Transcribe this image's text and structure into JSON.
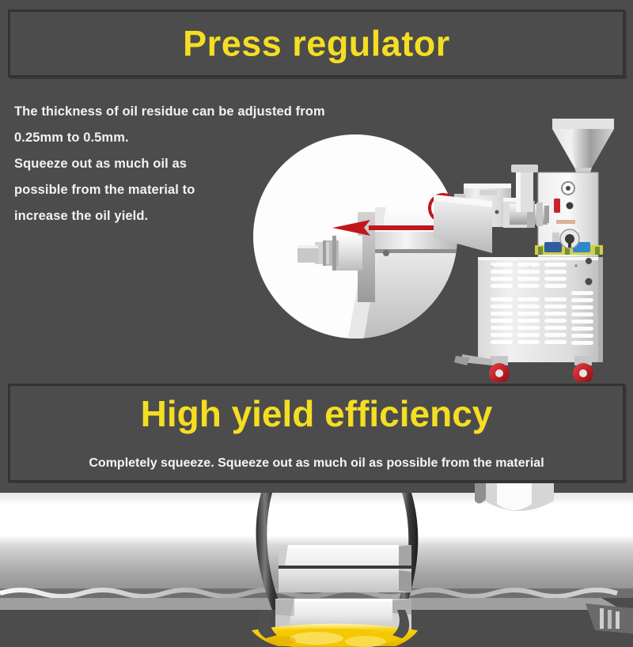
{
  "page": {
    "background_color": "#4c4c4c",
    "accent_yellow": "#f5dd22",
    "text_white": "#f2f2f2",
    "border_dark": "#333333",
    "oil_gold": "#f5c800",
    "wheel_red": "#c22127"
  },
  "press_section": {
    "title": "Press regulator",
    "body_lines": [
      "The thickness of oil residue can be adjusted from",
      "0.25mm to 0.5mm.",
      "Squeeze out as much oil as",
      "possible from the material to",
      "increase the oil yield."
    ],
    "magnifier_caption": "",
    "annotation": {
      "circle_marker": "red-circle-highlight",
      "arrow": "red-arrow-left"
    },
    "machine_name": "screw-oil-press-machine"
  },
  "yield_section": {
    "title": "High yield efficiency",
    "subtitle": "Completely squeeze. Squeeze out as much oil as possible from the material",
    "scene_name": "press-barrel-oil-outlet"
  }
}
